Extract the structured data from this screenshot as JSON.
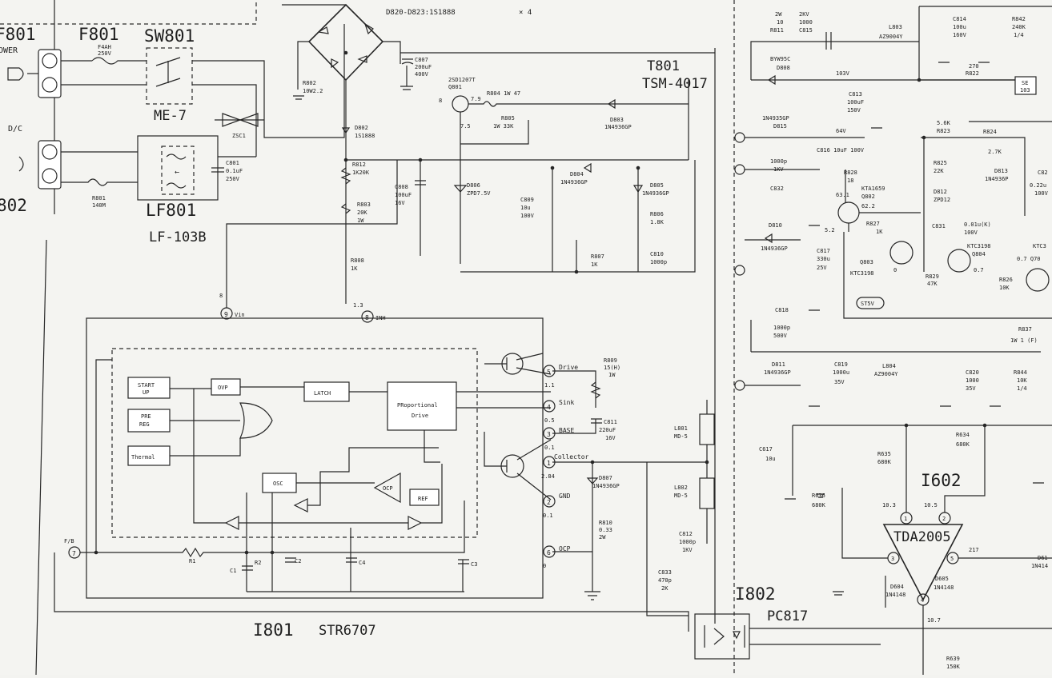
{
  "left": {
    "f801_left": "F801",
    "power": "OWER",
    "dc": "D/C",
    "s802": "802",
    "f801": "F801",
    "sw801": "SW801",
    "me7": "ME-7",
    "f4ah": "F4AH",
    "v250": "250V",
    "zsc1": "ZSC1",
    "c801": "C801",
    "c801_v": "0.1uF",
    "c801_vv": "250V",
    "r801": "R801",
    "r801_v": "140M",
    "lf801": "LF801",
    "lf103b": "LF-103B",
    "bridge": "D820-D823:1S1888",
    "x4": "× 4",
    "r802": "R802",
    "r802_v": "10W2.2",
    "c807": "C807",
    "c807_v": "200uF",
    "c807_vv": "400V"
  },
  "primary": {
    "t801": "T801",
    "tsm": "TSM-4017",
    "q801": "2SD1207T",
    "q801b": "Q801",
    "q801_b": "8",
    "q801_v1": "7.9",
    "q801_v2": "7.5",
    "r804": "R804 1W 47",
    "r805": "R805",
    "r805_v": "1W 33K",
    "d803": "D803",
    "d803_v": "1N4936GP",
    "d802": "D802",
    "d802_v": "1S1888",
    "r812": "R812",
    "r812_v": "1K20K",
    "r803": "R803",
    "r803_v": "20K",
    "r803_vv": "1W",
    "c808": "C808",
    "c808_v": "100uF",
    "c808_vv": "16V",
    "d806": "D806",
    "d806_v": "ZPD7.5V",
    "d804": "D804",
    "d804_v": "1N4936GP",
    "c809": "C809",
    "c809_v": "10u",
    "c809_vv": "100V",
    "d805": "D805",
    "d805_v": "1N4936GP",
    "r806": "R806",
    "r806_v": "1.8K",
    "r807": "R807",
    "r807_v": "1K",
    "c810": "C810",
    "c810_v": "1000p",
    "r808": "R808",
    "r808_v": "1K"
  },
  "ic801": {
    "vin_pin": "9",
    "vin": "Vin",
    "vin_v": "8",
    "inh_pin": "8",
    "inh": "INH",
    "inh_v": "1.3",
    "start": "START",
    "up": "UP",
    "pre": "PRE",
    "reg": "REG",
    "thermal": "Thermal",
    "ovp": "OVP",
    "latch": "LATCH",
    "prop1": "PRoportional",
    "prop2": "Drive",
    "osc": "OSC",
    "ocp": "OCP",
    "ref": "REF",
    "p5": "5",
    "drive": "Drive",
    "drive_v": "1.1",
    "p4": "4",
    "sink": "Sink",
    "sink_v": "0.5",
    "p3": "3",
    "base": "BASE",
    "base_v": "0.1",
    "p1": "1",
    "collector": "Collector",
    "col_v": "2.84",
    "p2": "2",
    "gnd": "GND",
    "gnd_v": "0.1",
    "p6": "6",
    "ocp_pin": "OCP",
    "ocp_v": "0",
    "fb_pin": "7",
    "fb": "F/B",
    "r1": "R1",
    "c1": "C1",
    "r2": "R2",
    "c2": "C2",
    "c4": "C4",
    "c3": "C3",
    "name": "I801",
    "type": "STR6707"
  },
  "mid": {
    "r809": "R809",
    "r809_v": "15(H)",
    "r809_vv": "1W",
    "c811": "C811",
    "c811_v": "220uF",
    "c811_vv": "16V",
    "d807": "D807",
    "d807_v": "1N4936GP",
    "r810": "R810",
    "r810_v": "0.33",
    "r810_vv": "2W",
    "l801": "L801",
    "l801_v": "MD-5",
    "l802": "L802",
    "l802_v": "MD-5",
    "c812": "C812",
    "c812_v": "1000p",
    "c812_vv": "1KV",
    "c833": "C833",
    "c833_v": "470p",
    "c833_vv": "2K",
    "i802": "I802",
    "pc817": "PC817"
  },
  "secondary": {
    "r811a": "2W",
    "r811b": "10",
    "r811": "R811",
    "c815a": "2KV",
    "c815b": "1000",
    "c815": "C815",
    "l803": "L803",
    "l803_v": "AZ9004Y",
    "c814": "C814",
    "c814_v": "100u",
    "c814_vv": "160V",
    "r842": "R842",
    "r842_v": "240K",
    "r842_vv": "1/4",
    "d808": "BYW95C",
    "d808b": "D808",
    "v103": "103V",
    "r822_v": "270",
    "r822": "R822",
    "se": "SE",
    "se2": "103",
    "c813": "C813",
    "c813_v": "100uF",
    "c813_vv": "150V",
    "d815a": "1N4935GP",
    "d815": "D815",
    "v64": "64V",
    "c816": "C816 10uF 100V",
    "c832a": "1000p",
    "c832b": "1KV",
    "c832": "C832",
    "r828": "R828",
    "r828_v": "18",
    "v631": "63.1",
    "q802a": "KTA1659",
    "q802": "Q802",
    "v622": "62.2",
    "r827": "R827",
    "r827_v": "1K",
    "r823a": "5.6K",
    "r823": "R823",
    "r824": "R824",
    "r824_v": "2.7K",
    "r825": "R825",
    "r825_v": "22K",
    "d812": "D812",
    "d812_v": "ZPD12",
    "d813": "D813",
    "d813_v": "1N4936P",
    "c82x": "C82",
    "c82x_v": "0.22u",
    "c82x_vv": "100V",
    "d810": "D810",
    "d810_v": "1N4936GP",
    "v52": "5.2",
    "c817": "C817",
    "c817_v": "330u",
    "c817_vv": "25V",
    "c831": "C831",
    "c831_v": "0.01u(K)",
    "c831_vv": "100V",
    "q803": "Q803",
    "q803_v": "KTC3198",
    "q803_0": "0",
    "ktc3198": "KTC3198",
    "q804": "Q804",
    "q804_v": "0.7",
    "r829": "R829",
    "r829_v": "47K",
    "r826": "R826",
    "r826_v": "10K",
    "ktc3r": "KTC3",
    "q80r": "0.7 Q70",
    "st5v": "ST5V",
    "r837": "R837",
    "r837_v": "1W 1 (F)",
    "c818": "C818",
    "c818_v": "1000p",
    "c818_vv": "500V",
    "d811": "D811",
    "d811_v": "1N4936GP",
    "c819": "C819",
    "c819_v": "1000u",
    "c819_vv": "35V",
    "l804": "L804",
    "l804_v": "AZ9004Y",
    "c820": "C820",
    "c820_v": "1000",
    "c820_vv": "35V",
    "r844": "R844",
    "r844_v": "10K",
    "r844_vv": "1/4",
    "c617": "C617",
    "c617_v": "10u",
    "r635": "R635",
    "r635_v": "680K",
    "r634": "R634",
    "r634_v": "680K",
    "r636": "R636",
    "r636_v": "680K",
    "i602": "I602",
    "v103b": "10.3",
    "v105": "10.5",
    "tda": "TDA2005",
    "v217": "217",
    "d604": "D604",
    "d604_v": "1N4148",
    "d605": "D605",
    "d605_v": "1N4148",
    "v107": "10.7",
    "r639": "R639",
    "r639_v": "150K",
    "d61x": "D61",
    "d61x_v": "1N414"
  },
  "pins": [
    "1",
    "2",
    "4",
    "5",
    "3"
  ]
}
